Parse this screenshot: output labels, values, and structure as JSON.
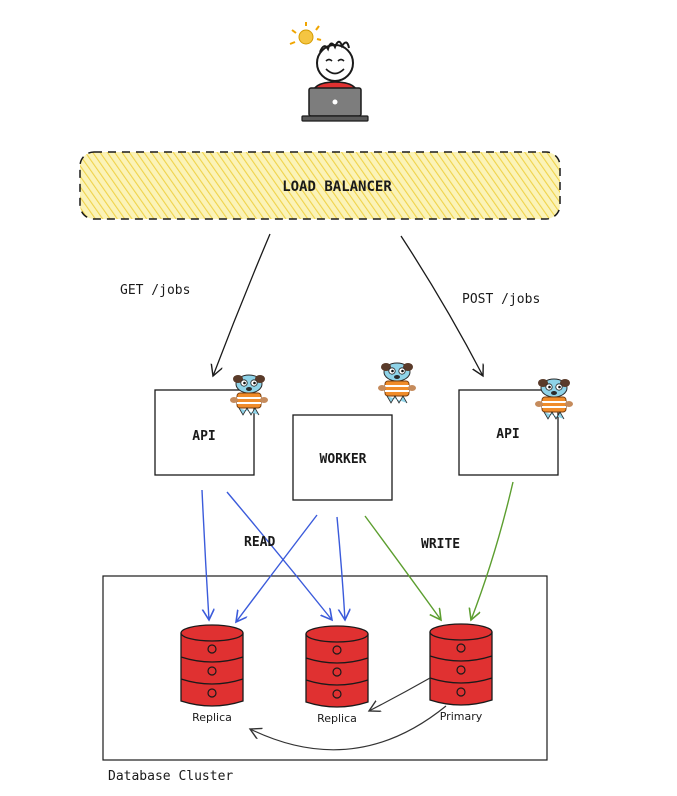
{
  "load_balancer": {
    "label": "LOAD BALANCER"
  },
  "routes": {
    "get": "GET /jobs",
    "post": "POST /jobs"
  },
  "services": {
    "api_left": "API",
    "worker": "WORKER",
    "api_right": "API"
  },
  "flows": {
    "read": "READ",
    "write": "WRITE"
  },
  "database_cluster": {
    "label": "Database Cluster",
    "nodes": [
      {
        "label": "Replica"
      },
      {
        "label": "Replica"
      },
      {
        "label": "Primary"
      }
    ]
  },
  "colors": {
    "read_arrow": "#3b5bdb",
    "write_arrow": "#5c9e2f",
    "db_red": "#e03131",
    "lb_fill": "#f5e05a",
    "gopher_orange": "#f08c2a",
    "gopher_blue": "#8fd3e8"
  },
  "icons": [
    "user-with-laptop-icon",
    "sun-icon",
    "gopher-mascot-icon",
    "database-cylinder-icon"
  ]
}
